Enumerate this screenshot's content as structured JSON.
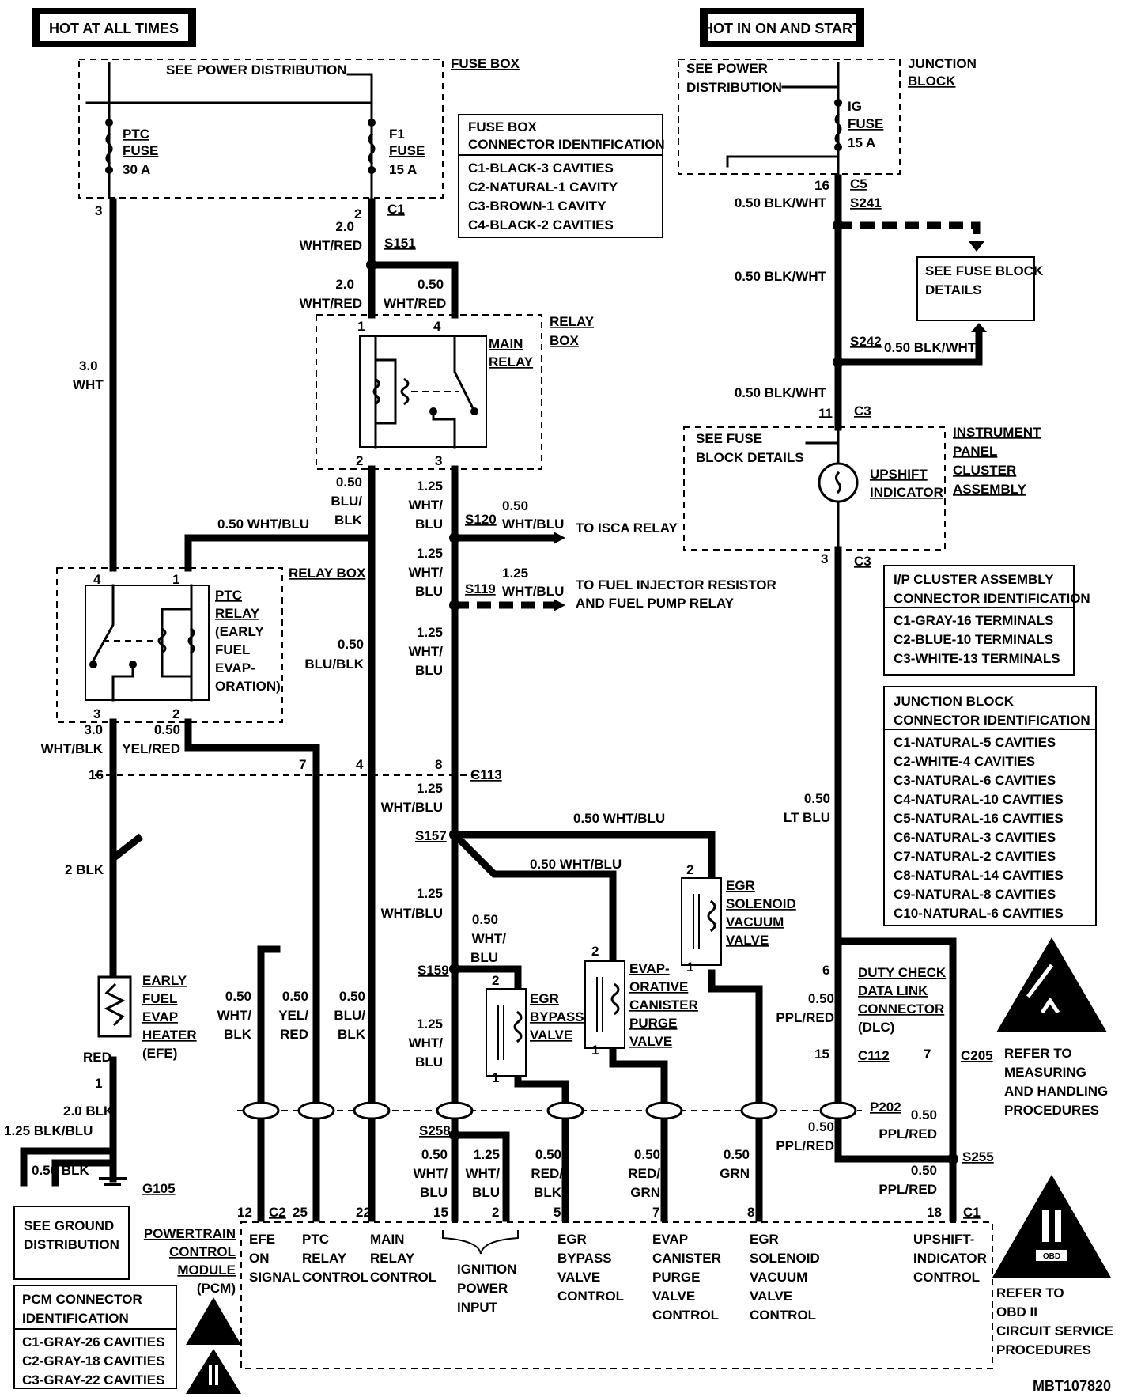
{
  "headers": {
    "hot_at_all_times": "HOT AT ALL TIMES",
    "hot_in_on_start": "HOT IN ON AND START"
  },
  "fuse_box": {
    "label": "FUSE BOX",
    "see_power": "SEE POWER DISTRIBUTION",
    "ptc_fuse": [
      "PTC",
      "FUSE",
      "30 A"
    ],
    "f1_fuse": [
      "F1",
      "FUSE",
      "15 A"
    ],
    "id_table": {
      "title": [
        "FUSE BOX",
        "CONNECTOR IDENTIFICATION"
      ],
      "rows": [
        "C1-BLACK-3 CAVITIES",
        "C2-NATURAL-1 CAVITY",
        "C3-BROWN-1 CAVITY",
        "C4-BLACK-2 CAVITIES"
      ]
    }
  },
  "junction_block": {
    "label": [
      "JUNCTION",
      "BLOCK"
    ],
    "see_power": [
      "SEE POWER",
      "DISTRIBUTION"
    ],
    "ig_fuse": [
      "IG",
      "FUSE",
      "15 A"
    ],
    "see_fuse_block": [
      "SEE FUSE BLOCK",
      "DETAILS"
    ],
    "id_table": {
      "title": [
        "JUNCTION BLOCK",
        "CONNECTOR IDENTIFICATION"
      ],
      "rows": [
        "C1-NATURAL-5 CAVITIES",
        "C2-WHITE-4 CAVITIES",
        "C3-NATURAL-6 CAVITIES",
        "C4-NATURAL-10 CAVITIES",
        "C5-NATURAL-16 CAVITIES",
        "C6-NATURAL-3 CAVITIES",
        "C7-NATURAL-2 CAVITIES",
        "C8-NATURAL-14 CAVITIES",
        "C9-NATURAL-8 CAVITIES",
        "C10-NATURAL-6 CAVITIES"
      ]
    }
  },
  "ip_cluster": {
    "label": [
      "INSTRUMENT",
      "PANEL",
      "CLUSTER",
      "ASSEMBLY"
    ],
    "see_fuse": [
      "SEE FUSE",
      "BLOCK DETAILS"
    ],
    "indicator": [
      "UPSHIFT",
      "INDICATOR"
    ],
    "id_table": {
      "title": [
        "I/P CLUSTER ASSEMBLY",
        "CONNECTOR IDENTIFICATION"
      ],
      "rows": [
        "C1-GRAY-16 TERMINALS",
        "C2-BLUE-10 TERMINALS",
        "C3-WHITE-13 TERMINALS"
      ]
    }
  },
  "relays": {
    "relay_box": [
      "RELAY",
      "BOX"
    ],
    "relay_box2": "RELAY BOX",
    "main_relay": [
      "MAIN",
      "RELAY"
    ],
    "ptc_relay": [
      "PTC",
      "RELAY",
      "(EARLY",
      "FUEL",
      "EVAP-",
      "ORATION)"
    ]
  },
  "wires": {
    "w30wht": [
      "3.0",
      "WHT"
    ],
    "w20whtred_a": [
      "2.0",
      "WHT/RED"
    ],
    "w20whtred_b": [
      "2.0",
      "WHT/RED"
    ],
    "w050whtred": [
      "0.50",
      "WHT/RED"
    ],
    "w050whtblu_top": "0.50 WHT/BLU",
    "w050blublk_a": [
      "0.50",
      "BLU/",
      "BLK"
    ],
    "w125whtblu_a": [
      "1.25",
      "WHT/",
      "BLU"
    ],
    "w050whtblu_isca": [
      "0.50",
      "WHT/BLU"
    ],
    "to_isca": "TO ISCA RELAY",
    "w125whtblu_b": [
      "1.25",
      "WHT/",
      "BLU"
    ],
    "w125whtblu_inj": [
      "1.25",
      "WHT/BLU"
    ],
    "to_injector": [
      "TO FUEL INJECTOR RESISTOR",
      "AND FUEL PUMP RELAY"
    ],
    "w050blublk_b": [
      "0.50",
      "BLU/BLK"
    ],
    "w125whtblu_c": [
      "1.25",
      "WHT/",
      "BLU"
    ],
    "w30whtblk": [
      "3.0",
      "WHT/BLK"
    ],
    "w050yelred": [
      "0.50",
      "YEL/RED"
    ],
    "w125whtblu_d": [
      "1.25",
      "WHT/BLU"
    ],
    "w050whtblu_egr": "0.50 WHT/BLU",
    "w050whtblu_evap": "0.50 WHT/BLU",
    "w125whtblu_e": [
      "1.25",
      "WHT/BLU"
    ],
    "w050whtblu_f": [
      "0.50",
      "WHT/",
      "BLU"
    ],
    "w125whtblu_g": [
      "1.25",
      "WHT/",
      "BLU"
    ],
    "w2blk": "2 BLK",
    "wred": "RED",
    "w20blk": "2.0 BLK",
    "w125blkblu": "1.25 BLK/BLU",
    "w050blk": "0.50 BLK",
    "w050whtblk": [
      "0.50",
      "WHT/",
      "BLK"
    ],
    "w050yelred_b": [
      "0.50",
      "YEL/",
      "RED"
    ],
    "w050blublk_c": [
      "0.50",
      "BLU/",
      "BLK"
    ],
    "w050whtblu_h": [
      "0.50",
      "WHT/",
      "BLU"
    ],
    "w125whtblu_h": [
      "1.25",
      "WHT/",
      "BLU"
    ],
    "w050redblk": [
      "0.50",
      "RED/",
      "BLK"
    ],
    "w050redgrn": [
      "0.50",
      "RED/",
      "GRN"
    ],
    "w050grn": [
      "0.50",
      "GRN"
    ],
    "w050blkwht_a": "0.50 BLK/WHT",
    "w050blkwht_b": "0.50 BLK/WHT",
    "w050blkwht_c": "0.50 BLK/WHT",
    "w050blkwht_d": "0.50 BLK/WHT",
    "w050ltblu": [
      "0.50",
      "LT BLU"
    ],
    "w050pplred_a": [
      "0.50",
      "PPL/RED"
    ],
    "w050pplred_b": [
      "0.50",
      "PPL/RED"
    ],
    "w050pplred_c": [
      "0.50",
      "PPL/RED"
    ],
    "w050pplred_d": [
      "0.50",
      "PPL/RED"
    ]
  },
  "splices": {
    "s151": "S151",
    "s120": "S120",
    "s119": "S119",
    "s157": "S157",
    "s159": "S159",
    "s258": "S258",
    "s241": "S241",
    "s242": "S242",
    "s255": "S255",
    "c1": "C1",
    "c3": "C3",
    "c3b": "C3",
    "c5": "C5",
    "c113": "C113",
    "c112": "C112",
    "c205": "C205",
    "p202": "P202",
    "g105": "G105",
    "c2": "C2",
    "c1b": "C1"
  },
  "pins": {
    "p3": "3",
    "p2": "2",
    "p1": "1",
    "p4": "4",
    "p2b": "2",
    "p3b": "3",
    "p4b": "4",
    "p1b": "1",
    "p3c": "3",
    "p2c": "2",
    "p16": "16",
    "p7": "7",
    "p4c": "4",
    "p8": "8",
    "p16b": "16",
    "p11": "11",
    "p3d": "3",
    "p6": "6",
    "p15": "15",
    "p7b": "7",
    "p2d": "2",
    "p1c": "1",
    "p2e": "2",
    "p1d": "1",
    "p2f": "2",
    "p1e": "1",
    "p1f": "1",
    "p12": "12",
    "p25": "25",
    "p22": "22",
    "p15b": "15",
    "p2g": "2",
    "p5": "5",
    "p7c": "7",
    "p8b": "8",
    "p18": "18"
  },
  "components": {
    "efe": [
      "EARLY",
      "FUEL",
      "EVAP",
      "HEATER",
      "(EFE)"
    ],
    "egr_bypass": [
      "EGR",
      "BYPASS",
      "VALVE"
    ],
    "evap_canister": [
      "EVAP-",
      "ORATIVE",
      "CANISTER",
      "PURGE",
      "VALVE"
    ],
    "egr_solenoid": [
      "EGR",
      "SOLENOID",
      "VACUUM",
      "VALVE"
    ],
    "dlc": [
      "DUTY CHECK",
      "DATA LINK",
      "CONNECTOR",
      "(DLC)"
    ]
  },
  "pcm": {
    "label": [
      "POWERTRAIN",
      "CONTROL",
      "MODULE",
      "(PCM)"
    ],
    "terms": {
      "efe": [
        "EFE",
        "ON",
        "SIGNAL"
      ],
      "ptc": [
        "PTC",
        "RELAY",
        "CONTROL"
      ],
      "main": [
        "MAIN",
        "RELAY",
        "CONTROL"
      ],
      "ign": [
        "IGNITION",
        "POWER",
        "INPUT"
      ],
      "egrb": [
        "EGR",
        "BYPASS",
        "VALVE",
        "CONTROL"
      ],
      "evap": [
        "EVAP",
        "CANISTER",
        "PURGE",
        "VALVE",
        "CONTROL"
      ],
      "egrs": [
        "EGR",
        "SOLENOID",
        "VACUUM",
        "VALVE",
        "CONTROL"
      ],
      "upshift": [
        "UPSHIFT-",
        "INDICATOR",
        "CONTROL"
      ]
    },
    "id_table": {
      "title": [
        "PCM CONNECTOR",
        "IDENTIFICATION"
      ],
      "rows": [
        "C1-GRAY-26 CAVITIES",
        "C2-GRAY-18 CAVITIES",
        "C3-GRAY-22 CAVITIES"
      ]
    }
  },
  "ground": [
    "SEE GROUND",
    "DISTRIBUTION"
  ],
  "refer_esd": [
    "REFER TO",
    "MEASURING",
    "AND HANDLING",
    "PROCEDURES"
  ],
  "refer_obd": [
    "REFER TO",
    "OBD II",
    "CIRCUIT SERVICE",
    "PROCEDURES"
  ],
  "obd_icon_text": "OBD",
  "figure_id": "MBT107820"
}
